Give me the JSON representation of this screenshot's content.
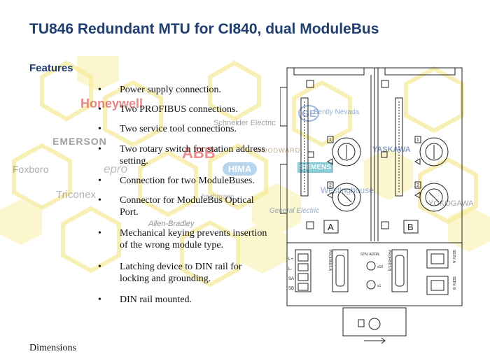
{
  "title": "TU846 Redundant MTU for CI840, dual ModuleBus",
  "section": "Features",
  "features": [
    "Power supply connection.",
    "Two PROFIBUS connections.",
    "Two service tool connections.",
    "Two rotary switch for station address setting.",
    "Connection for two ModuleBuses.",
    "Connector for ModuleBus Optical Port.",
    "Mechanical keying prevents insertion of the wrong module type.",
    "Latching device to DIN rail for locking and grounding.",
    "DIN rail mounted."
  ],
  "bullet": "•",
  "watermark_brands": [
    "Honeywell",
    "EMERSON",
    "Foxboro",
    "epro",
    "Triconex",
    "Schneider Electric",
    "WOODWARD",
    "ABB",
    "HIMA",
    "bachmann",
    "Allen-Bradley",
    "Bently Nevada",
    "SIEMENS",
    "Westinghouse",
    "General Electric",
    "YASKAWA",
    "YOKOGAWA",
    "GE"
  ],
  "diagram": {
    "slot_a": "A",
    "slot_b": "B",
    "slot_1": "1",
    "slot_2": "2",
    "power_pins": [
      "L+",
      "L-",
      "SA",
      "SB"
    ],
    "profibus_a": "PROFIBUS A",
    "profibus_b": "PROFIBUS B",
    "stn_addr": "STN. ADDR.",
    "x10": "x10",
    "x1": "x1",
    "serv_a": "SERV. A",
    "serv_b": "SERV. B"
  },
  "colors": {
    "title": "#1f3d6e",
    "watermark_hex": "#f6e98a",
    "honeywell": "#cc2a2a"
  },
  "page_bottom_fragment": "Dimensions"
}
